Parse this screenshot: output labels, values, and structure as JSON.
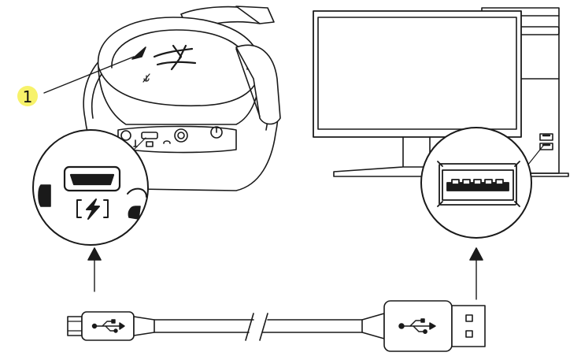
{
  "diagram": {
    "step": {
      "number": "1",
      "badge_color": "#f7f26a"
    },
    "colors": {
      "line": "#1a1a1a",
      "fill": "#ffffff",
      "brand_logo_fill": "#1a1a1a"
    },
    "icons": [
      "headset-illustration",
      "brand-logo-icon",
      "mic-mute-icon",
      "headphone-jack-icon",
      "power-button-icon",
      "micro-usb-port-icon",
      "charging-bolt-icon",
      "computer-monitor-illustration",
      "desktop-tower-illustration",
      "usb-a-port-icon",
      "usb-symbol-icon",
      "cable-break-icon",
      "up-arrow-icon"
    ]
  }
}
